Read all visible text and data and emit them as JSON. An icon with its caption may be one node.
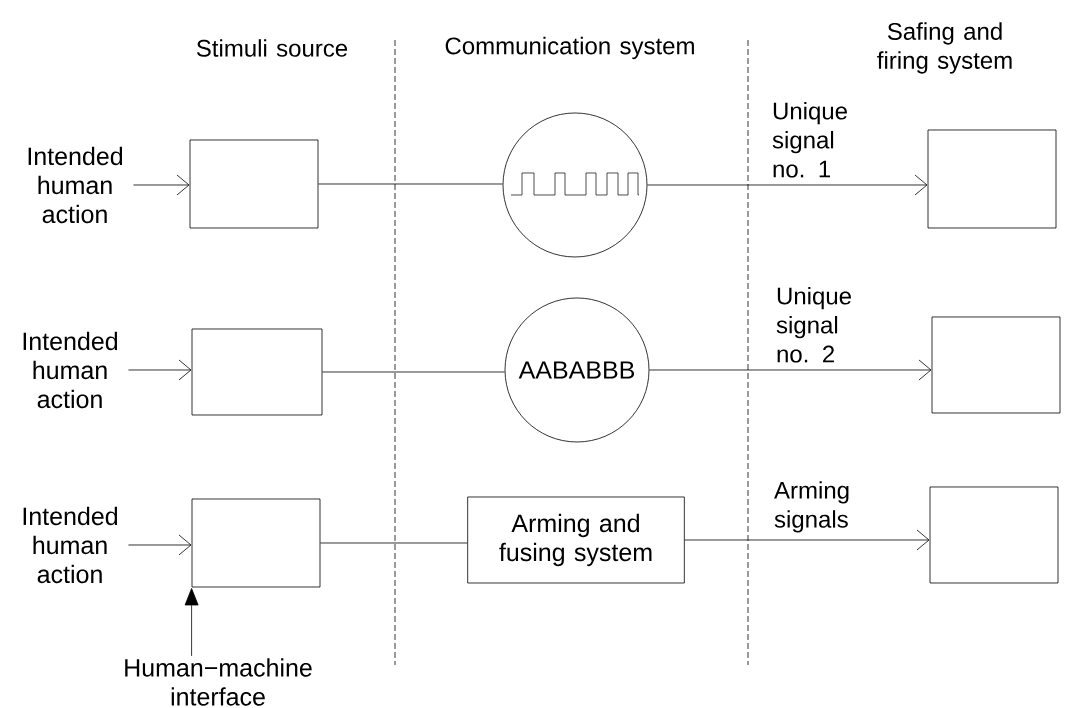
{
  "diagram": {
    "nodes": [
      {
        "text": [
          "Intended human action"
        ]
      },
      {
        "text": [],
        "shape": "box"
      },
      {
        "text": [],
        "shape": "circle"
      },
      {
        "text": [],
        "shape": "box"
      },
      {
        "text": [
          "Intended human action"
        ]
      },
      {
        "text": [],
        "shape": "box"
      },
      {
        "text": [
          "AABABBB"
        ]
      },
      {
        "text": [],
        "shape": "box"
      },
      {
        "text": [
          "Intended human action"
        ]
      },
      {
        "text": [],
        "shape": "box"
      },
      {
        "text": [
          "Arming and fusing system"
        ]
      },
      {
        "text": [],
        "shape": "box"
      },
      {
        "text": [
          "Human−machine interface"
        ]
      }
    ],
    "edges": [
      {
        "from": 0,
        "to": 1,
        "arrow": "to"
      },
      {
        "from": 1,
        "to": 2,
        "arrow": "none"
      },
      {
        "from": 2,
        "to": 3,
        "arrow": "to",
        "label": "Unique signal no. 1"
      },
      {
        "from": 4,
        "to": 5,
        "arrow": "to"
      },
      {
        "from": 5,
        "to": 6,
        "arrow": "none"
      },
      {
        "from": 6,
        "to": 7,
        "arrow": "to",
        "label": "Unique signal no. 2"
      },
      {
        "from": 8,
        "to": 9,
        "arrow": "to"
      },
      {
        "from": 9,
        "to": 10,
        "arrow": "none"
      },
      {
        "from": 10,
        "to": 11,
        "arrow": "to",
        "label": "Arming signals"
      },
      {
        "from": 12,
        "to": 9,
        "arrow": "to"
      }
    ],
    "labels": [
      "Stimuli source",
      "Communication system",
      "Safing and firing system"
    ]
  }
}
